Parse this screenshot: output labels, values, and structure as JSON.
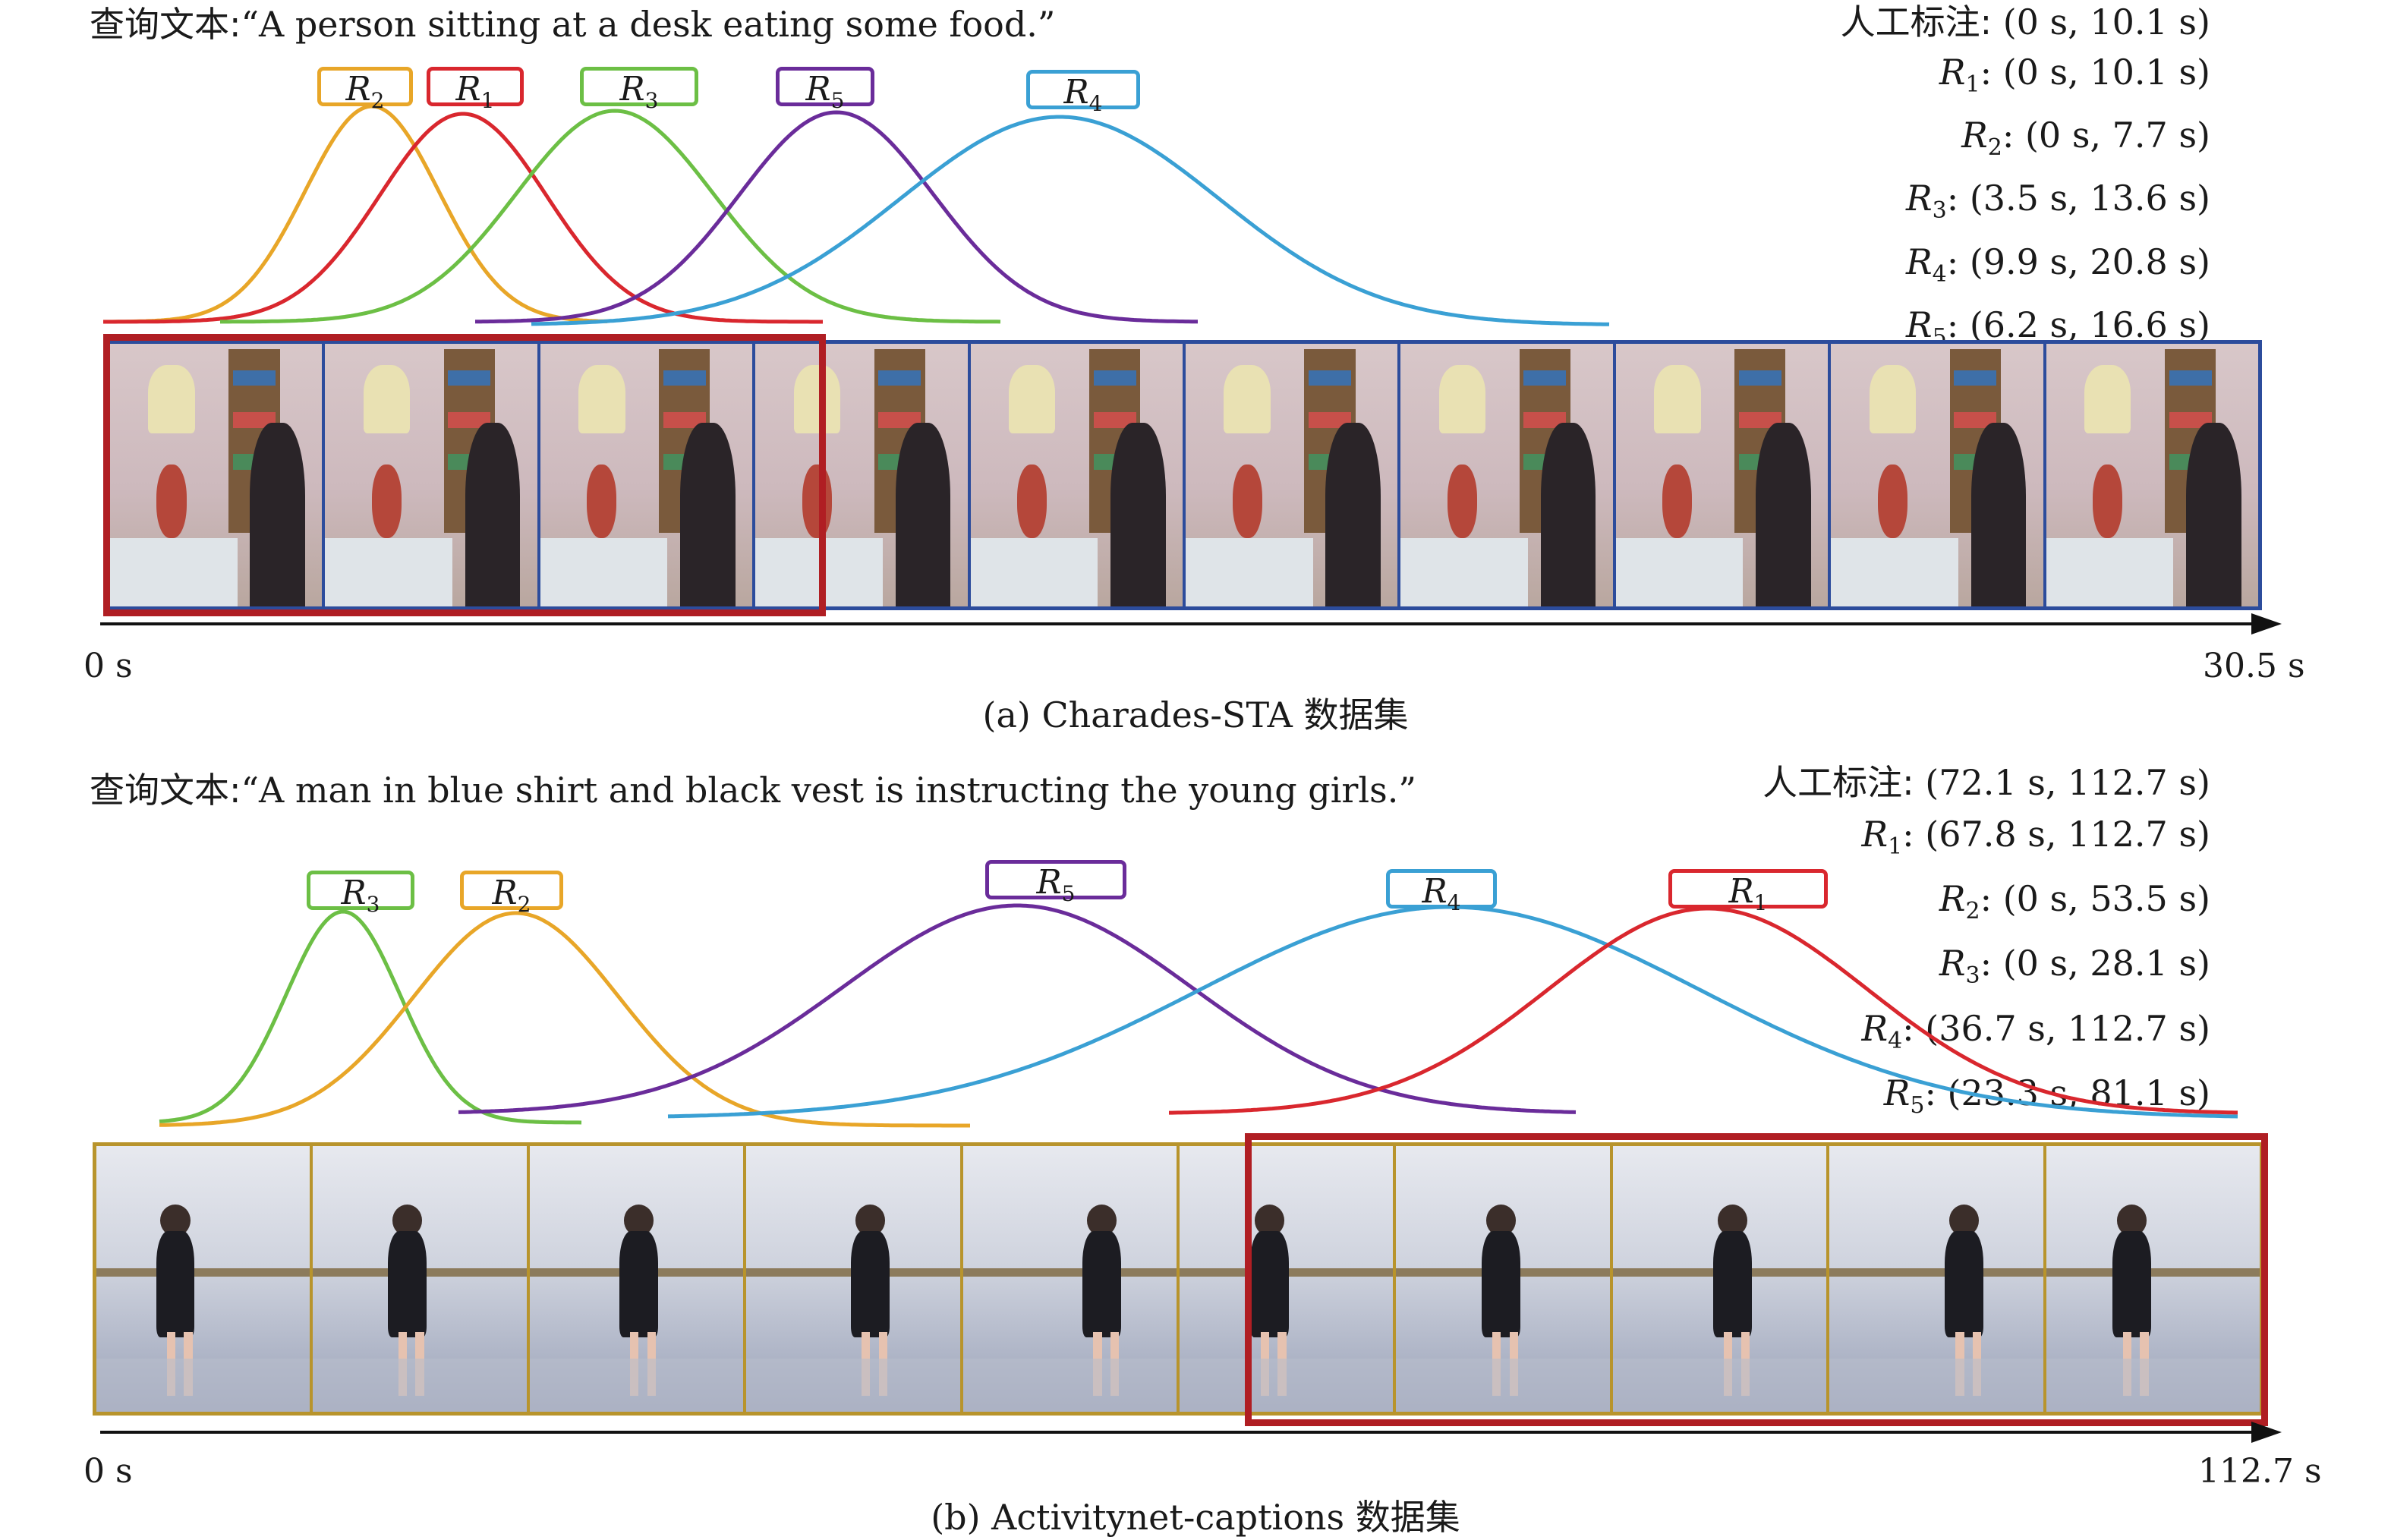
{
  "panels": [
    {
      "id": "a",
      "query_label": "查询文本:",
      "query_text": "“A person sitting at a desk eating some food.”",
      "ground_truth_label": "人工标注: ",
      "ground_truth": "(0 s, 10.1 s)",
      "annotations": [
        {
          "name": "R",
          "sub": "1",
          "text": ": (0 s, 10.1 s)"
        },
        {
          "name": "R",
          "sub": "2",
          "text": ": (0 s, 7.7 s)"
        },
        {
          "name": "R",
          "sub": "3",
          "text": ": (3.5 s, 13.6 s)"
        },
        {
          "name": "R",
          "sub": "4",
          "text": ": (9.9 s, 20.8 s)"
        },
        {
          "name": "R",
          "sub": "5",
          "text": ": (6.2 s, 16.6 s)"
        }
      ],
      "axis_start": "0 s",
      "axis_end": "30.5 s",
      "caption_prefix": "(a) Charades-STA ",
      "caption_suffix": "数据集",
      "frame_count": 10
    },
    {
      "id": "b",
      "query_label": "查询文本:",
      "query_text": "“A man in blue shirt and black vest is instructing the young girls.”",
      "ground_truth_label": "人工标注: ",
      "ground_truth": "(72.1 s, 112.7 s)",
      "annotations": [
        {
          "name": "R",
          "sub": "1",
          "text": ": (67.8 s, 112.7 s)"
        },
        {
          "name": "R",
          "sub": "2",
          "text": ": (0 s, 53.5 s)"
        },
        {
          "name": "R",
          "sub": "3",
          "text": ": (0 s, 28.1 s)"
        },
        {
          "name": "R",
          "sub": "4",
          "text": ": (36.7 s, 112.7 s)"
        },
        {
          "name": "R",
          "sub": "5",
          "text": ": (23.3 s, 81.1 s)"
        }
      ],
      "axis_start": "0 s",
      "axis_end": "112.7 s",
      "caption_prefix": "(b) Activitynet-captions ",
      "caption_suffix": "数据集",
      "frame_count": 10
    }
  ],
  "colors": {
    "R1": "#d9272e",
    "R2": "#e8a628",
    "R3": "#6cbf45",
    "R4": "#3aa0d4",
    "R5": "#6a2c9a",
    "ground_truth_box": "#b01e23",
    "frame_border_a": "#2c4c9c",
    "frame_border_b": "#b8942c"
  }
}
